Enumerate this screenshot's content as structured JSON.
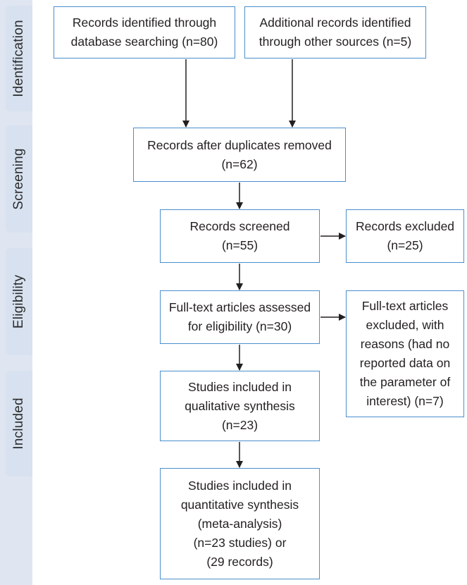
{
  "phases": {
    "identification": "Identification",
    "screening": "Screening",
    "eligibility": "Eligibility",
    "included": "Included"
  },
  "boxes": {
    "db_search": [
      "Records identified through",
      "database searching (n=80)"
    ],
    "other_sources": [
      "Additional records identified",
      "through other sources (n=5)"
    ],
    "duplicates_removed": [
      "Records after duplicates removed",
      "(n=62)"
    ],
    "screened": [
      "Records screened",
      "(n=55)"
    ],
    "excluded": [
      "Records excluded",
      "(n=25)"
    ],
    "fulltext_assessed": [
      "Full-text articles assessed",
      "for eligibility (n=30)"
    ],
    "fulltext_excluded": [
      "Full-text articles",
      "excluded, with",
      "reasons (had no",
      "reported data on",
      "the parameter of",
      "interest) (n=7)"
    ],
    "qualitative": [
      "Studies included in",
      "qualitative synthesis",
      "(n=23)"
    ],
    "quantitative": [
      "Studies included in",
      "quantitative synthesis",
      "(meta-analysis)",
      "(n=23 studies) or",
      "(29 records)"
    ]
  },
  "colors": {
    "box_border": "#4a8fcc",
    "phase_bg": "#d7e1ef",
    "arrow": "#231f20"
  }
}
